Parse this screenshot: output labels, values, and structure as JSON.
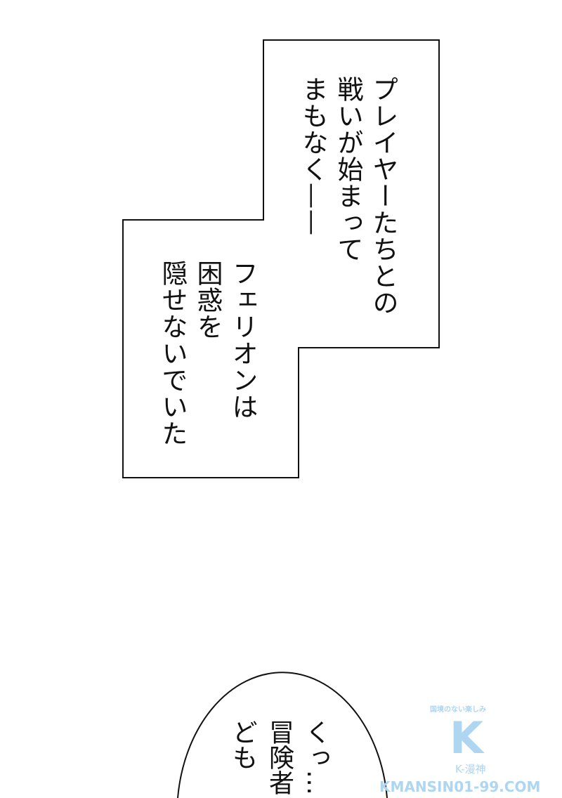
{
  "narration_box": {
    "columns": [
      "プレイヤーたちとの",
      "戦いが始まって",
      "まもなく——"
    ],
    "columns_lower": [
      "フェリオンは",
      "困惑を",
      "隠せないでいた"
    ]
  },
  "speech_bubble": {
    "columns": [
      "くっ…",
      "冒険者",
      "ども"
    ]
  },
  "watermark": {
    "tagline": "国境のない楽しみ",
    "logo": "K",
    "name": "K-漫神",
    "url": "KMANSIN01-99.COM",
    "color": "#aed6f1"
  }
}
